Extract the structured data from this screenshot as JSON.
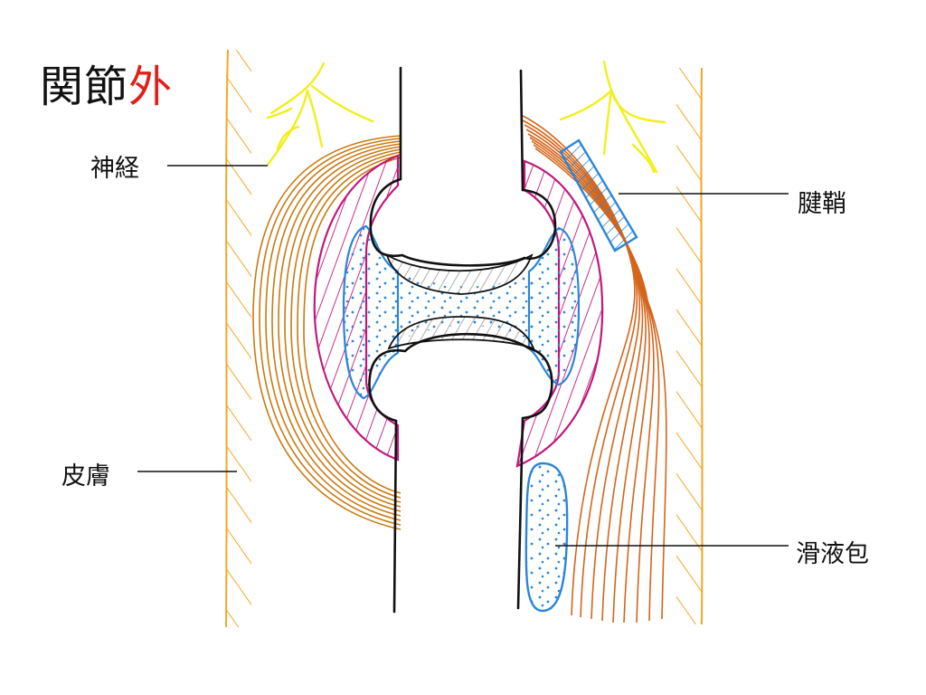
{
  "title": {
    "main": "関節",
    "accent": "外"
  },
  "labels": {
    "nerve": "神経",
    "skin": "皮膚",
    "tendon_sheath": "腱鞘",
    "bursa": "滑液包"
  },
  "colors": {
    "title_accent": "#e0201a",
    "skin": "#f5a623",
    "nerve": "#f2ef1a",
    "ligament": "#c97a12",
    "tendon": "#d4651a",
    "capsule": "#c2187a",
    "synovial": "#2b86d6",
    "cartilage": "#999999",
    "bone": "#111111"
  }
}
